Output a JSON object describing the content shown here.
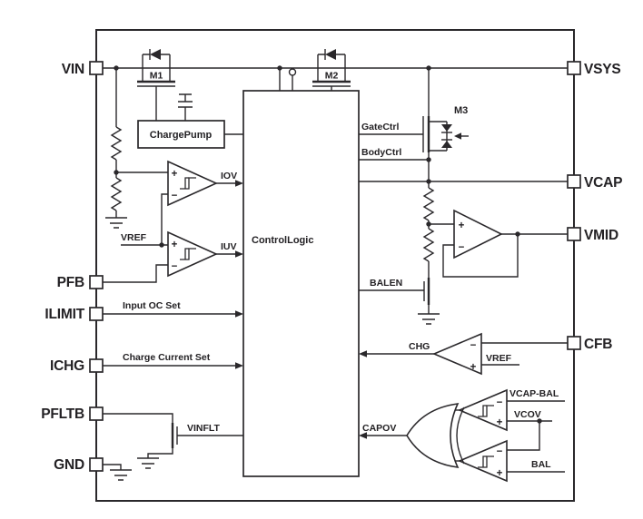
{
  "diagram": {
    "colors": {
      "line": "#2a282b",
      "background": "#ffffff"
    },
    "pins_left": [
      {
        "label": "VIN"
      },
      {
        "label": "PFB"
      },
      {
        "label": "ILIMIT"
      },
      {
        "label": "ICHG"
      },
      {
        "label": "PFLTB"
      },
      {
        "label": "GND"
      }
    ],
    "pins_right": [
      {
        "label": "VSYS"
      },
      {
        "label": "VCAP"
      },
      {
        "label": "VMID"
      },
      {
        "label": "CFB"
      }
    ],
    "blocks": {
      "charge_pump": "ChargePump",
      "control_logic": "ControlLogic"
    },
    "transistors": {
      "m1": "M1",
      "m2": "M2",
      "m3": "M3"
    },
    "signals": {
      "iov": "IOV",
      "iuv": "IUV",
      "vref_left": "VREF",
      "vref_right": "VREF",
      "gate_ctrl": "GateCtrl",
      "body_ctrl": "BodyCtrl",
      "balen": "BALEN",
      "chg": "CHG",
      "input_oc_set": "Input OC Set",
      "charge_current_set": "Charge Current Set",
      "vinflt": "VINFLT",
      "capov": "CAPOV",
      "vcap_bal": "VCAP-BAL",
      "vcov": "VCOV",
      "bal": "BAL"
    },
    "signs": {
      "plus": "+",
      "minus": "−"
    }
  }
}
